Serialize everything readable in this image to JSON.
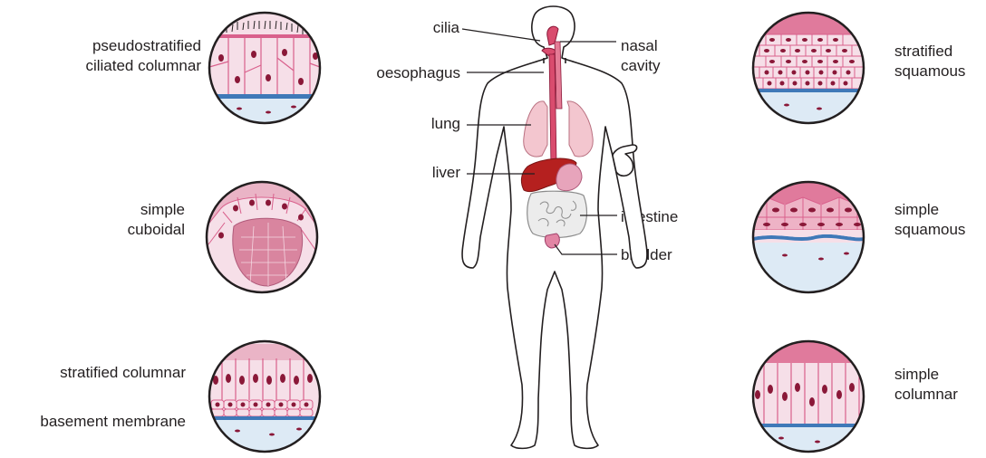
{
  "tissues": {
    "pseudostratified": [
      "pseudostratified",
      "ciliated columnar"
    ],
    "cuboidal": [
      "simple",
      "cuboidal"
    ],
    "strat_columnar": "stratified columnar",
    "basement": "basement membrane",
    "strat_squamous": [
      "stratified",
      "squamous"
    ],
    "simple_squamous": [
      "simple",
      "squamous"
    ],
    "simple_columnar": [
      "simple",
      "columnar"
    ]
  },
  "organs": {
    "cilia": "cilia",
    "oesophagus": "oesophagus",
    "lung": "lung",
    "liver": "liver",
    "nasal": [
      "nasal",
      "cavity"
    ],
    "intestine": "intestine",
    "bladder": "bladder"
  },
  "colors": {
    "cell_fill": "#f6dfe8",
    "cell_stroke": "#d9608c",
    "nucleus": "#8a1838",
    "basement": "#3f79b8",
    "connective": "#ddeaf5",
    "outline": "#231f20",
    "liver": "#b5201f",
    "lung": "#f3c6cf",
    "tract": "#d94c6e"
  }
}
